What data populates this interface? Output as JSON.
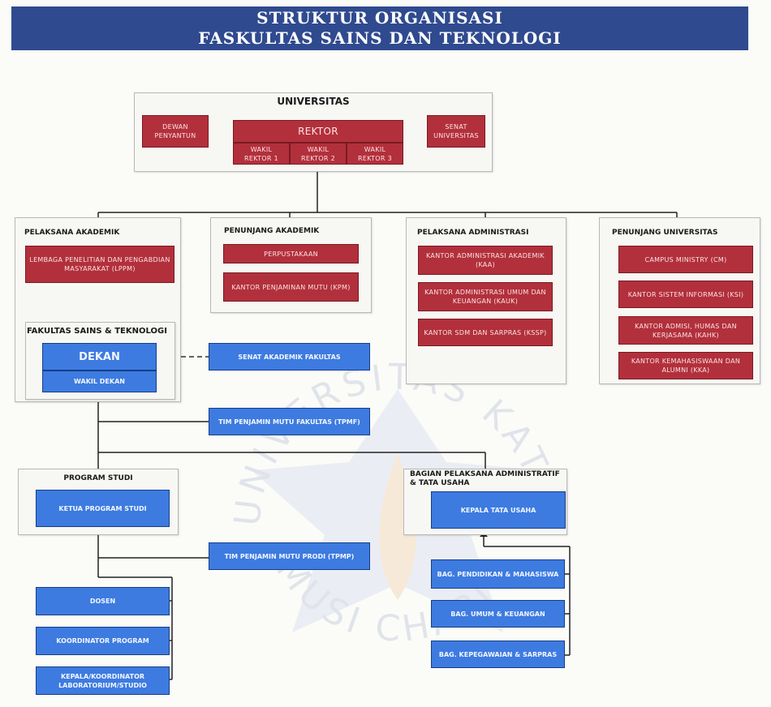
{
  "title": {
    "line1": "STRUKTUR ORGANISASI",
    "line2": "FASKULTAS SAINS DAN TEKNOLOGI"
  },
  "universitas": {
    "title": "UNIVERSITAS",
    "dewan": "DEWAN PENYANTUN",
    "rektor": "REKTOR",
    "wakil1": "WAKIL REKTOR 1",
    "wakil2": "WAKIL REKTOR 2",
    "wakil3": "WAKIL REKTOR 3",
    "senat": "SENAT UNIVERSITAS"
  },
  "pelaksana_akademik": {
    "title": "PELAKSANA AKADEMIK",
    "lppm": "LEMBAGA PENELITIAN DAN PENGABDIAN MASYARAKAT (LPPM)",
    "fakultas_title": "FAKULTAS SAINS & TEKNOLOGI",
    "dekan": "DEKAN",
    "wakil_dekan": "WAKIL DEKAN"
  },
  "penunjang_akademik": {
    "title": "PENUNJANG AKADEMIK",
    "perpustakaan": "PERPUSTAKAAN",
    "kpm": "KANTOR PENJAMINAN MUTU (KPM)"
  },
  "pelaksana_administrasi": {
    "title": "PELAKSANA ADMINISTRASI",
    "kaa": "KANTOR ADMINISTRASI AKADEMIK (KAA)",
    "kauk": "KANTOR ADMINISTRASI UMUM DAN KEUANGAN (KAUK)",
    "kssp": "KANTOR SDM DAN SARPRAS (KSSP)"
  },
  "penunjang_universitas": {
    "title": "PENUNJANG UNIVERSITAS",
    "cm": "CAMPUS MINISTRY (CM)",
    "ksi": "KANTOR SISTEM INFORMASI (KSI)",
    "kahk": "KANTOR ADMISI, HUMAS DAN KERJASAMA (KAHK)",
    "kka": "KANTOR KEMAHASISWAAN DAN ALUMNI (KKA)"
  },
  "senat_fakultas": "SENAT AKADEMIK FAKULTAS",
  "tpmf": "TIM PENJAMIN MUTU FAKULTAS (TPMF)",
  "program_studi": {
    "title": "PROGRAM STUDI",
    "ketua": "KETUA PROGRAM STUDI"
  },
  "tpmp": "TIM PENJAMIN MUTU PRODI (TPMP)",
  "bagian_admin": {
    "title": "BAGIAN PELAKSANA ADMINISTRATIF & TATA USAHA",
    "kepala": "KEPALA TATA USAHA"
  },
  "dosen": "DOSEN",
  "koordinator": "KOORDINATOR PROGRAM",
  "kepala_lab": "KEPALA/KOORDINATOR LABORATORIUM/STUDIO",
  "bag_pendidikan": "BAG. PENDIDIKAN & MAHASISWA",
  "bag_umum": "BAG. UMUM & KEUANGAN",
  "bag_kepegawaian": "BAG. KEPEGAWAIAN & SARPRAS",
  "watermark": {
    "top": "UNIVERSITAS KATOLIK",
    "bottom": "MUSI CHARITAS"
  },
  "colors": {
    "header": "#2f4a8f",
    "red_box": "#b2303c",
    "blue_box": "#3d7be0"
  }
}
